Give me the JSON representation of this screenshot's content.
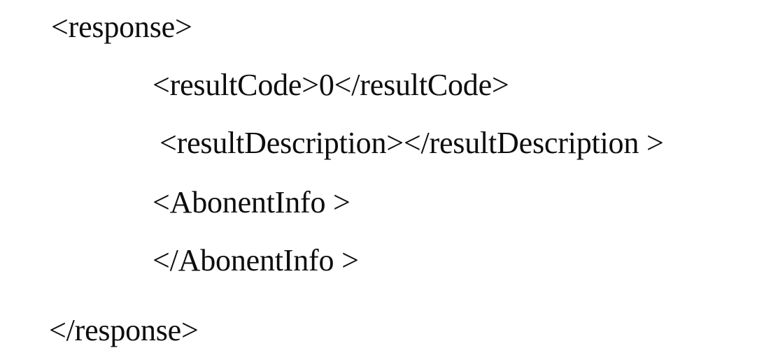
{
  "document": {
    "kind": "xml-response-snippet",
    "background_color": "#ffffff",
    "text_color": "#0d0d0d",
    "lines": [
      {
        "indent_level": 0,
        "text": "<response>"
      },
      {
        "indent_level": 1,
        "text": "<resultCode>0</resultCode>"
      },
      {
        "indent_level": 1,
        "text": "<resultDescription></resultDescription >"
      },
      {
        "indent_level": 1,
        "text": "<AbonentInfo >"
      },
      {
        "indent_level": 1,
        "text": "</AbonentInfo >"
      },
      {
        "indent_level": 0,
        "text": "</response>"
      }
    ]
  }
}
